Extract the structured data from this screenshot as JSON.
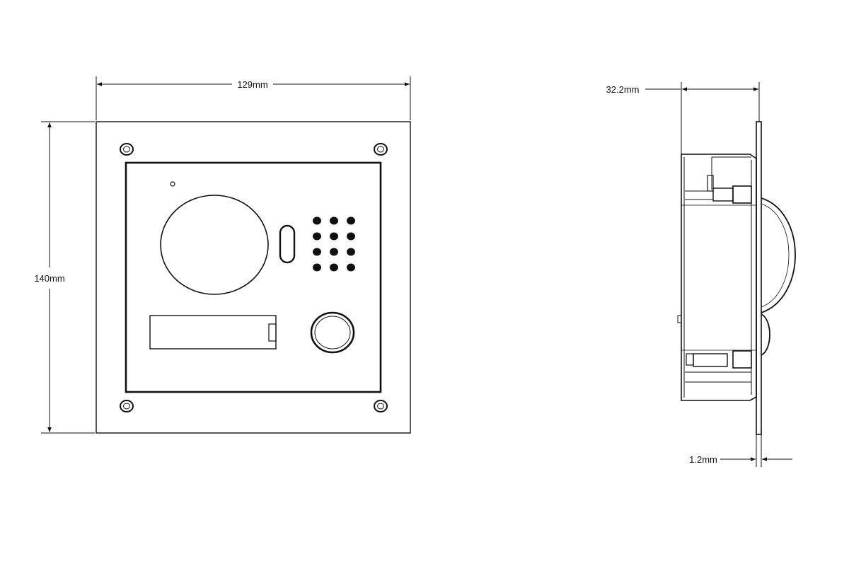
{
  "front_view": {
    "width_label": "129mm",
    "height_label": "140mm"
  },
  "side_view": {
    "depth_label": "32.2mm",
    "plate_thickness_label": "1.2mm"
  },
  "colors": {
    "line": "#111111",
    "background": "#ffffff"
  }
}
